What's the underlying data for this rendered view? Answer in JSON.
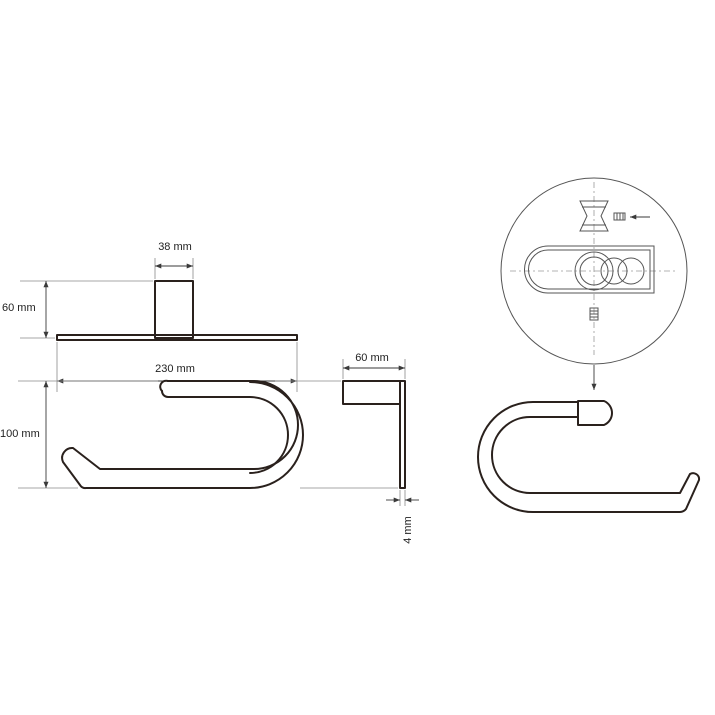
{
  "dimensions": {
    "post_width": "38 mm",
    "post_height": "60 mm",
    "base_length": "230 mm",
    "hook_height": "100 mm",
    "side_depth": "60 mm",
    "plate_thickness": "4 mm"
  },
  "colors": {
    "line": "#2a211d",
    "dimension_line": "#3a3a3a",
    "extension_line": "#8a8a8a",
    "centerline": "#9a9a9a"
  },
  "icons": {
    "arrow": "dimension-arrow",
    "screw": "set-screw-icon"
  }
}
